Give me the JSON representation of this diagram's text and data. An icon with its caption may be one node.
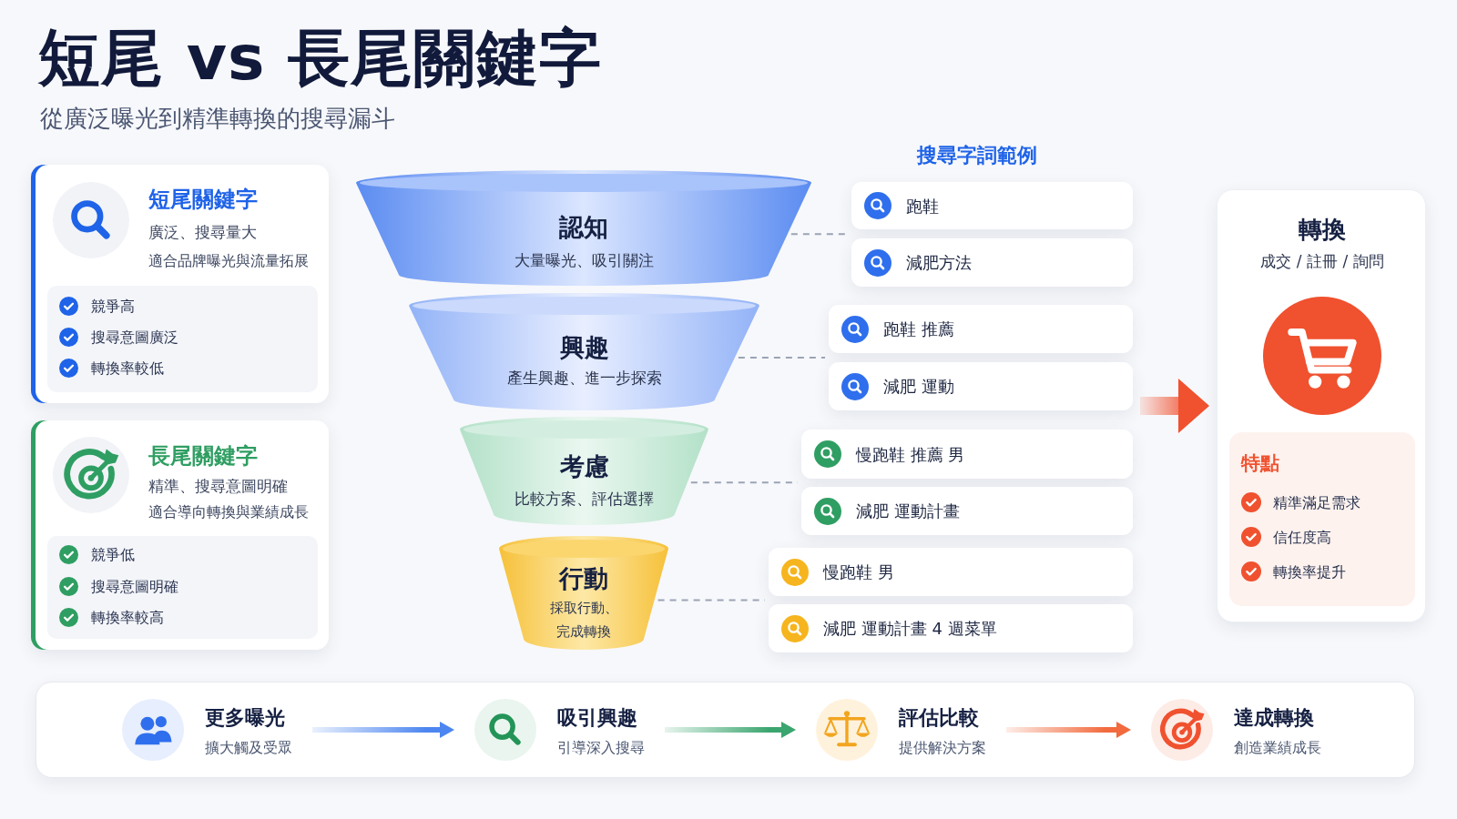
{
  "diagram": {
    "title": "短尾 vs 長尾關鍵字",
    "nodes": [
      {
        "text": [
          "短尾關鍵字",
          "廣泛、搜尋量大",
          "適合品牌曝光與流量拓展"
        ]
      },
      {
        "text": [
          "競爭高",
          "搜尋意圖廣泛",
          "轉換率較低"
        ],
        "in": 0
      },
      {
        "text": [
          "長尾關鍵字",
          "精準、搜尋意圖明確",
          "適合導向轉換與業績成長"
        ]
      },
      {
        "text": [
          "競爭低",
          "搜尋意圖明確",
          "轉換率較高"
        ],
        "in": 2
      },
      {
        "text": [
          "認知",
          "大量曝光、吸引關注"
        ]
      },
      {
        "text": [
          "興趣",
          "產生興趣、進一步探索"
        ]
      },
      {
        "text": [
          "考慮",
          "比較方案、評估選擇"
        ]
      },
      {
        "text": [
          "行動",
          "採取行動、完成轉換"
        ]
      },
      {
        "text": [
          "跑鞋"
        ]
      },
      {
        "text": [
          "減肥方法"
        ]
      },
      {
        "text": [
          "跑鞋 推薦"
        ]
      },
      {
        "text": [
          "減肥 運動"
        ]
      },
      {
        "text": [
          "慢跑鞋 推薦 男"
        ]
      },
      {
        "text": [
          "減肥 運動計畫"
        ]
      },
      {
        "text": [
          "慢跑鞋 男"
        ]
      },
      {
        "text": [
          "減肥 運動計畫 4 週菜單"
        ]
      },
      {
        "text": [
          "轉換",
          "成交 / 註冊 / 詢問"
        ]
      },
      {
        "text": [
          "特點",
          "精準滿足需求",
          "信任度高",
          "轉換率提升"
        ],
        "in": 16
      },
      {
        "text": [],
        "shape": "box"
      },
      {
        "text": [
          "更多曝光",
          "擴大觸及受眾"
        ],
        "in": 18
      },
      {
        "text": [
          "吸引興趣",
          "引導深入搜尋"
        ],
        "in": 18
      },
      {
        "text": [
          "評估比較",
          "提供解決方案"
        ],
        "in": 18
      },
      {
        "text": [
          "達成轉換",
          "創造業績成長"
        ],
        "in": 18
      }
    ],
    "edges": [
      {
        "from": 4,
        "to": 8,
        "arrow": "none",
        "style": "dashed"
      },
      {
        "from": 4,
        "to": 9,
        "arrow": "none",
        "style": "dashed"
      },
      {
        "from": 5,
        "to": 10,
        "arrow": "none",
        "style": "dashed"
      },
      {
        "from": 5,
        "to": 11,
        "arrow": "none",
        "style": "dashed"
      },
      {
        "from": 6,
        "to": 12,
        "arrow": "none",
        "style": "dashed"
      },
      {
        "from": 6,
        "to": 13,
        "arrow": "none",
        "style": "dashed"
      },
      {
        "from": 7,
        "to": 14,
        "arrow": "none",
        "style": "dashed"
      },
      {
        "from": 7,
        "to": 15,
        "arrow": "none",
        "style": "dashed"
      },
      {
        "from": 11,
        "to": 16,
        "arrow": "to",
        "style": "thick",
        "color": "#f0512f"
      },
      {
        "from": 19,
        "to": 20,
        "arrow": "to",
        "style": "thick",
        "color": "#4d86f0"
      },
      {
        "from": 20,
        "to": 21,
        "arrow": "to",
        "style": "thick",
        "color": "#3aa56e"
      },
      {
        "from": 21,
        "to": 22,
        "arrow": "to",
        "style": "thick",
        "color": "#f26a3d"
      }
    ],
    "labels": [
      "從廣泛曝光到精準轉換的搜尋漏斗",
      "搜尋字詞範例"
    ]
  }
}
